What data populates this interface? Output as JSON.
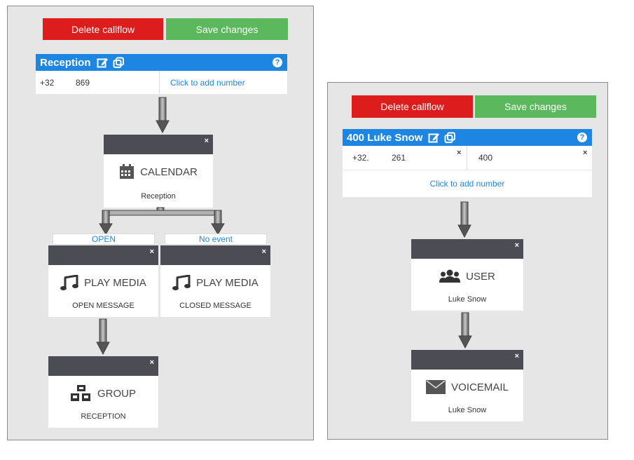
{
  "left": {
    "buttons": {
      "delete": "Delete callflow",
      "save": "Save changes"
    },
    "header": {
      "title": "Reception",
      "help": "?"
    },
    "numbers": {
      "country": "+32",
      "number": "869",
      "add": "Click to add number"
    },
    "calendar": {
      "title": "CALENDAR",
      "subtitle": "Reception",
      "close": "×"
    },
    "branches": {
      "open": "OPEN",
      "no_event": "No event"
    },
    "media_open": {
      "title": "PLAY MEDIA",
      "subtitle": "OPEN MESSAGE",
      "close": "×"
    },
    "media_closed": {
      "title": "PLAY MEDIA",
      "subtitle": "CLOSED MESSAGE",
      "close": "×"
    },
    "group": {
      "title": "GROUP",
      "subtitle": "RECEPTION",
      "close": "×"
    }
  },
  "right": {
    "buttons": {
      "delete": "Delete callflow",
      "save": "Save changes"
    },
    "header": {
      "title": "400 Luke Snow",
      "help": "?"
    },
    "numbers": {
      "country": "+32.",
      "number": "261",
      "extension": "400",
      "remove": "×",
      "add": "Click to add number"
    },
    "user": {
      "title": "USER",
      "subtitle": "Luke Snow",
      "close": "×"
    },
    "voicemail": {
      "title": "VOICEMAIL",
      "subtitle": "Luke Snow",
      "close": "×"
    }
  },
  "colors": {
    "accent": "#1d86e3",
    "danger": "#dd1c1c",
    "success": "#5cb85c",
    "node_bar": "#4b4c54",
    "panel": "#e6e6e6"
  }
}
